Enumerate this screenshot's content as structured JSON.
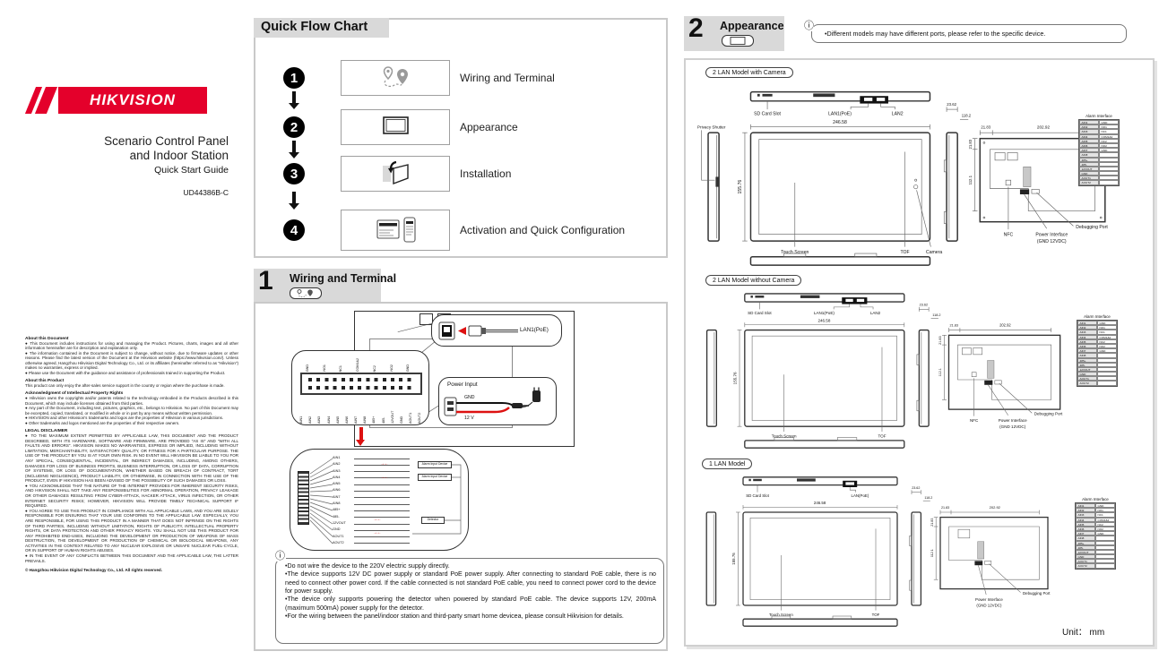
{
  "icons": {
    "info": "ⓘ",
    "red_arrows": "→←"
  },
  "brand": {
    "logo": "HIKVISION",
    "title_line1": "Scenario Control Panel",
    "title_line2": "and Indoor Station",
    "subtitle": "Quick Start Guide",
    "doc_code": "UD44386B-C",
    "accent_red": "#e4002b"
  },
  "left_column": {
    "about_document": {
      "heading": "About this Document",
      "items": [
        "● This Document includes instructions for using and managing the Product. Pictures, charts, images and all other information hereinafter are for description and explanation only.",
        "● The information contained in the Document is subject to change, without notice, due to firmware updates or other reasons. Please find the latest version of the Document at the Hikvision website (https://www.hikvision.com/). Unless otherwise agreed, Hangzhou Hikvision Digital Technology Co., Ltd. or its affiliates (hereinafter referred to as \"Hikvision\") makes no warranties, express or implied.",
        "● Please use the Document with the guidance and assistance of professionals trained in supporting the Product."
      ]
    },
    "about_product": {
      "heading": "About this Product",
      "items": [
        "This product can only enjoy the after-sales service support in the country or region where the purchase is made."
      ]
    },
    "acknowledgment": {
      "heading": "Acknowledgment of Intellectual Property Rights",
      "items": [
        "● Hikvision owns the copyrights and/or patents related to the technology embodied in the Products described in this Document, which may include licenses obtained from third parties.",
        "● Any part of the Document, including text, pictures, graphics, etc., belongs to Hikvision. No part of this Document may be excerpted, copied, translated, or modified in whole or in part by any means without written permission.",
        "● HIKVISION and other Hikvision's trademarks and logos are the properties of Hikvision in various jurisdictions.",
        "● Other trademarks and logos mentioned are the properties of their respective owners."
      ]
    },
    "legal": {
      "heading": "LEGAL DISCLAIMER",
      "items": [
        "● TO THE MAXIMUM EXTENT PERMITTED BY APPLICABLE LAW, THIS DOCUMENT AND THE PRODUCT DESCRIBED, WITH ITS HARDWARE, SOFTWARE AND FIRMWARE, ARE PROVIDED \"AS IS\" AND \"WITH ALL FAULTS AND ERRORS\". HIKVISION MAKES NO WARRANTIES, EXPRESS OR IMPLIED, INCLUDING WITHOUT LIMITATION, MERCHANTABILITY, SATISFACTORY QUALITY, OR FITNESS FOR A PARTICULAR PURPOSE. THE USE OF THE PRODUCT BY YOU IS AT YOUR OWN RISK. IN NO EVENT WILL HIKVISION BE LIABLE TO YOU FOR ANY SPECIAL, CONSEQUENTIAL, INCIDENTAL, OR INDIRECT DAMAGES, INCLUDING, AMONG OTHERS, DAMAGES FOR LOSS OF BUSINESS PROFITS, BUSINESS INTERRUPTION, OR LOSS OF DATA, CORRUPTION OF SYSTEMS, OR LOSS OF DOCUMENTATION, WHETHER BASED ON BREACH OF CONTRACT, TORT (INCLUDING NEGLIGENCE), PRODUCT LIABILITY, OR OTHERWISE, IN CONNECTION WITH THE USE OF THE PRODUCT, EVEN IF HIKVISION HAS BEEN ADVISED OF THE POSSIBILITY OF SUCH DAMAGES OR LOSS.",
        "● YOU ACKNOWLEDGE THAT THE NATURE OF THE INTERNET PROVIDES FOR INHERENT SECURITY RISKS, AND HIKVISION SHALL NOT TAKE ANY RESPONSIBILITIES FOR ABNORMAL OPERATION, PRIVACY LEAKAGE OR OTHER DAMAGES RESULTING FROM CYBER-ATTACK, HACKER ATTACK, VIRUS INFECTION, OR OTHER INTERNET SECURITY RISKS; HOWEVER, HIKVISION WILL PROVIDE TIMELY TECHNICAL SUPPORT IF REQUIRED.",
        "● YOU AGREE TO USE THIS PRODUCT IN COMPLIANCE WITH ALL APPLICABLE LAWS, AND YOU ARE SOLELY RESPONSIBLE FOR ENSURING THAT YOUR USE CONFORMS TO THE APPLICABLE LAW. ESPECIALLY, YOU ARE RESPONSIBLE, FOR USING THIS PRODUCT IN A MANNER THAT DOES NOT INFRINGE ON THE RIGHTS OF THIRD PARTIES, INCLUDING WITHOUT LIMITATION, RIGHTS OF PUBLICITY, INTELLECTUAL PROPERTY RIGHTS, OR DATA PROTECTION AND OTHER PRIVACY RIGHTS. YOU SHALL NOT USE THIS PRODUCT FOR ANY PROHIBITED END-USES, INCLUDING THE DEVELOPMENT OR PRODUCTION OF WEAPONS OF MASS DESTRUCTION, THE DEVELOPMENT OR PRODUCTION OF CHEMICAL OR BIOLOGICAL WEAPONS, ANY ACTIVITIES IN THE CONTEXT RELATED TO ANY NUCLEAR EXPLOSIVE OR UNSAFE NUCLEAR FUEL-CYCLE, OR IN SUPPORT OF HUMAN RIGHTS ABUSES.",
        "● IN THE EVENT OF ANY CONFLICTS BETWEEN THIS DOCUMENT AND THE APPLICABLE LAW, THE LATTER PREVAILS."
      ]
    },
    "copyright": "© Hangzhou Hikvision Digital Technology Co., Ltd. All rights reserved."
  },
  "flow_chart": {
    "title": "Quick Flow Chart",
    "steps": [
      {
        "num": "1",
        "label": "Wiring and Terminal"
      },
      {
        "num": "2",
        "label": "Appearance"
      },
      {
        "num": "3",
        "label": "Installation"
      },
      {
        "num": "4",
        "label": "Activation and Quick Configuration"
      }
    ]
  },
  "section1": {
    "num": "1",
    "title": "Wiring and Terminal",
    "lan_label": "LAN1(PoE)",
    "power": {
      "title": "Power Input",
      "gnd": "GND",
      "v12": "12 V"
    },
    "terminal_top_pins": [
      "GND",
      "NO1",
      "NC1",
      "COM1&2",
      "NC2",
      "NO2",
      "GND"
    ],
    "terminal_bottom_pins": [
      "AIN1",
      "AIN2",
      "AIN3",
      "AIN4",
      "AIN5",
      "AIN6",
      "AIN7",
      "AIN8",
      "485+",
      "485-",
      "12VOUT",
      "GND",
      "AOUT1",
      "AOUT2"
    ],
    "alarm_input_device": "Alarm Input Device",
    "detector": "Detector",
    "notes": [
      "•Do not wire the device to the 220V electric supply directly.",
      "•The device supports 12V DC power supply or standard PoE power supply. After connecting to standard PoE cable, there is no need to connect other power cord. If the cable connected is not standard PoE cable, you need to connect power cord to the device for power supply.",
      "•The device only supports powering the detector when powered by standard PoE cable. The device supports 12V, 200mA (maximum 500mA) power supply for the detector.",
      "•For the wiring between the panel/indoor station and third-party smart home devicea, please consult Hikvision for details."
    ]
  },
  "section2": {
    "num": "2",
    "title": "Appearance",
    "note": "•Different models may have different ports, please refer to the specific device.",
    "unit": "Unit： mm",
    "alarm_table": {
      "title": "Alarm Interface",
      "left": [
        "AIN1",
        "AIN2",
        "AIN3",
        "AIN4",
        "AIN5",
        "AIN6",
        "AIN7",
        "AIN8",
        "485+",
        "485-",
        "12VOUT",
        "GND",
        "AOUT1",
        "AOUT2"
      ],
      "right": [
        "GND",
        "NO1",
        "NC1",
        "COM1&2",
        "NC2",
        "NO2",
        "GND",
        "",
        "",
        "",
        "",
        "",
        "",
        ""
      ]
    },
    "models": [
      {
        "label": "2 LAN Model with Camera",
        "top_labels": [
          "SD Card Slot",
          "LAN1(PoE)",
          "LAN2"
        ],
        "privacy_shutter": "Privacy Shutter",
        "touch_screen": "Touch Screen",
        "tof": "TOF",
        "camera": "Camera",
        "nfc": "NFC",
        "power_interface_1": "Power Interface",
        "power_interface_2": "(GND 12VDC)",
        "debugging_port": "Debugging Port",
        "dims": {
          "width": "246.58",
          "height": "155.76",
          "depth": "23.62",
          "depth2": "118.2",
          "rear_margin_top": "21.83",
          "rear_width": "202.92",
          "rear_margin_left": "21.83",
          "rear_height": "112.1"
        }
      },
      {
        "label": "2 LAN Model without Camera",
        "top_labels": [
          "SD Card Slot",
          "LAN1(PoE)",
          "LAN2"
        ],
        "touch_screen": "Touch Screen",
        "tof": "TOF",
        "nfc": "NFC",
        "power_interface_1": "Power Interface",
        "power_interface_2": "(GND 12VDC)",
        "debugging_port": "Debugging Port",
        "dims": {
          "width": "246.58",
          "height": "155.76",
          "depth": "23.62",
          "depth2": "118.2",
          "rear_margin_top": "21.83",
          "rear_width": "202.92",
          "rear_margin_left": "21.83",
          "rear_height": "112.1"
        }
      },
      {
        "label": "1 LAN Model",
        "top_labels": [
          "SD Card Slot",
          "LAN(PoE)"
        ],
        "touch_screen": "Touch Screen",
        "tof": "TOF",
        "power_interface_1": "Power Interface",
        "power_interface_2": "(GND 12VDC)",
        "debugging_port": "Debugging Port",
        "dims": {
          "width": "246.58",
          "height": "155.76",
          "depth": "23.62",
          "depth2": "118.2",
          "rear_margin_top": "21.83",
          "rear_width": "202.92",
          "rear_margin_left": "21.83",
          "rear_height": "112.1"
        }
      }
    ]
  }
}
